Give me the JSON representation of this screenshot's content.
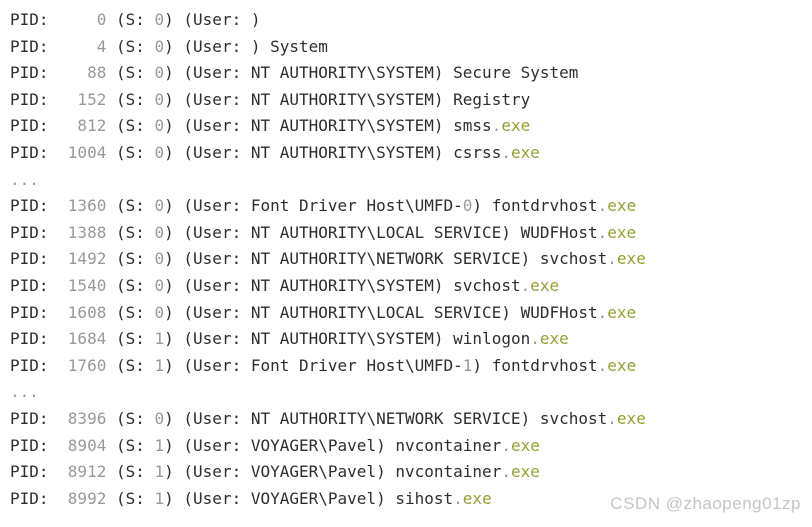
{
  "console": {
    "colors": {
      "background": "#ffffff",
      "text": "#2e2e2e",
      "number": "#999999",
      "exe_extension": "#96a02d",
      "watermark": "#c5c5c5"
    },
    "format": {
      "pid_label": "PID:",
      "pid_field_width": 6,
      "session_prefix": " (S: ",
      "user_prefix": ") (User: ",
      "line_close": ")",
      "name_separator": " ",
      "extension_dot": ".",
      "ellipsis_text": "..."
    },
    "lines": [
      {
        "pid": "0",
        "session": "0",
        "user": "",
        "name_base": "",
        "name_ext": ""
      },
      {
        "pid": "4",
        "session": "0",
        "user": "",
        "name_base": "System",
        "name_ext": ""
      },
      {
        "pid": "88",
        "session": "0",
        "user": "NT AUTHORITY\\SYSTEM",
        "name_base": "Secure System",
        "name_ext": ""
      },
      {
        "pid": "152",
        "session": "0",
        "user": "NT AUTHORITY\\SYSTEM",
        "name_base": "Registry",
        "name_ext": ""
      },
      {
        "pid": "812",
        "session": "0",
        "user": "NT AUTHORITY\\SYSTEM",
        "name_base": "smss",
        "name_ext": "exe"
      },
      {
        "pid": "1004",
        "session": "0",
        "user": "NT AUTHORITY\\SYSTEM",
        "name_base": "csrss",
        "name_ext": "exe"
      },
      {
        "ellipsis": true
      },
      {
        "pid": "1360",
        "session": "0",
        "user": "Font Driver Host\\UMFD-0",
        "name_base": "fontdrvhost",
        "name_ext": "exe"
      },
      {
        "pid": "1388",
        "session": "0",
        "user": "NT AUTHORITY\\LOCAL SERVICE",
        "name_base": "WUDFHost",
        "name_ext": "exe"
      },
      {
        "pid": "1492",
        "session": "0",
        "user": "NT AUTHORITY\\NETWORK SERVICE",
        "name_base": "svchost",
        "name_ext": "exe"
      },
      {
        "pid": "1540",
        "session": "0",
        "user": "NT AUTHORITY\\SYSTEM",
        "name_base": "svchost",
        "name_ext": "exe"
      },
      {
        "pid": "1608",
        "session": "0",
        "user": "NT AUTHORITY\\LOCAL SERVICE",
        "name_base": "WUDFHost",
        "name_ext": "exe"
      },
      {
        "pid": "1684",
        "session": "1",
        "user": "NT AUTHORITY\\SYSTEM",
        "name_base": "winlogon",
        "name_ext": "exe"
      },
      {
        "pid": "1760",
        "session": "1",
        "user": "Font Driver Host\\UMFD-1",
        "name_base": "fontdrvhost",
        "name_ext": "exe"
      },
      {
        "ellipsis": true
      },
      {
        "pid": "8396",
        "session": "0",
        "user": "NT AUTHORITY\\NETWORK SERVICE",
        "name_base": "svchost",
        "name_ext": "exe"
      },
      {
        "pid": "8904",
        "session": "1",
        "user": "VOYAGER\\Pavel",
        "name_base": "nvcontainer",
        "name_ext": "exe"
      },
      {
        "pid": "8912",
        "session": "1",
        "user": "VOYAGER\\Pavel",
        "name_base": "nvcontainer",
        "name_ext": "exe"
      },
      {
        "pid": "8992",
        "session": "1",
        "user": "VOYAGER\\Pavel",
        "name_base": "sihost",
        "name_ext": "exe"
      }
    ]
  },
  "watermark": {
    "text": "CSDN @zhaopeng01zp"
  }
}
